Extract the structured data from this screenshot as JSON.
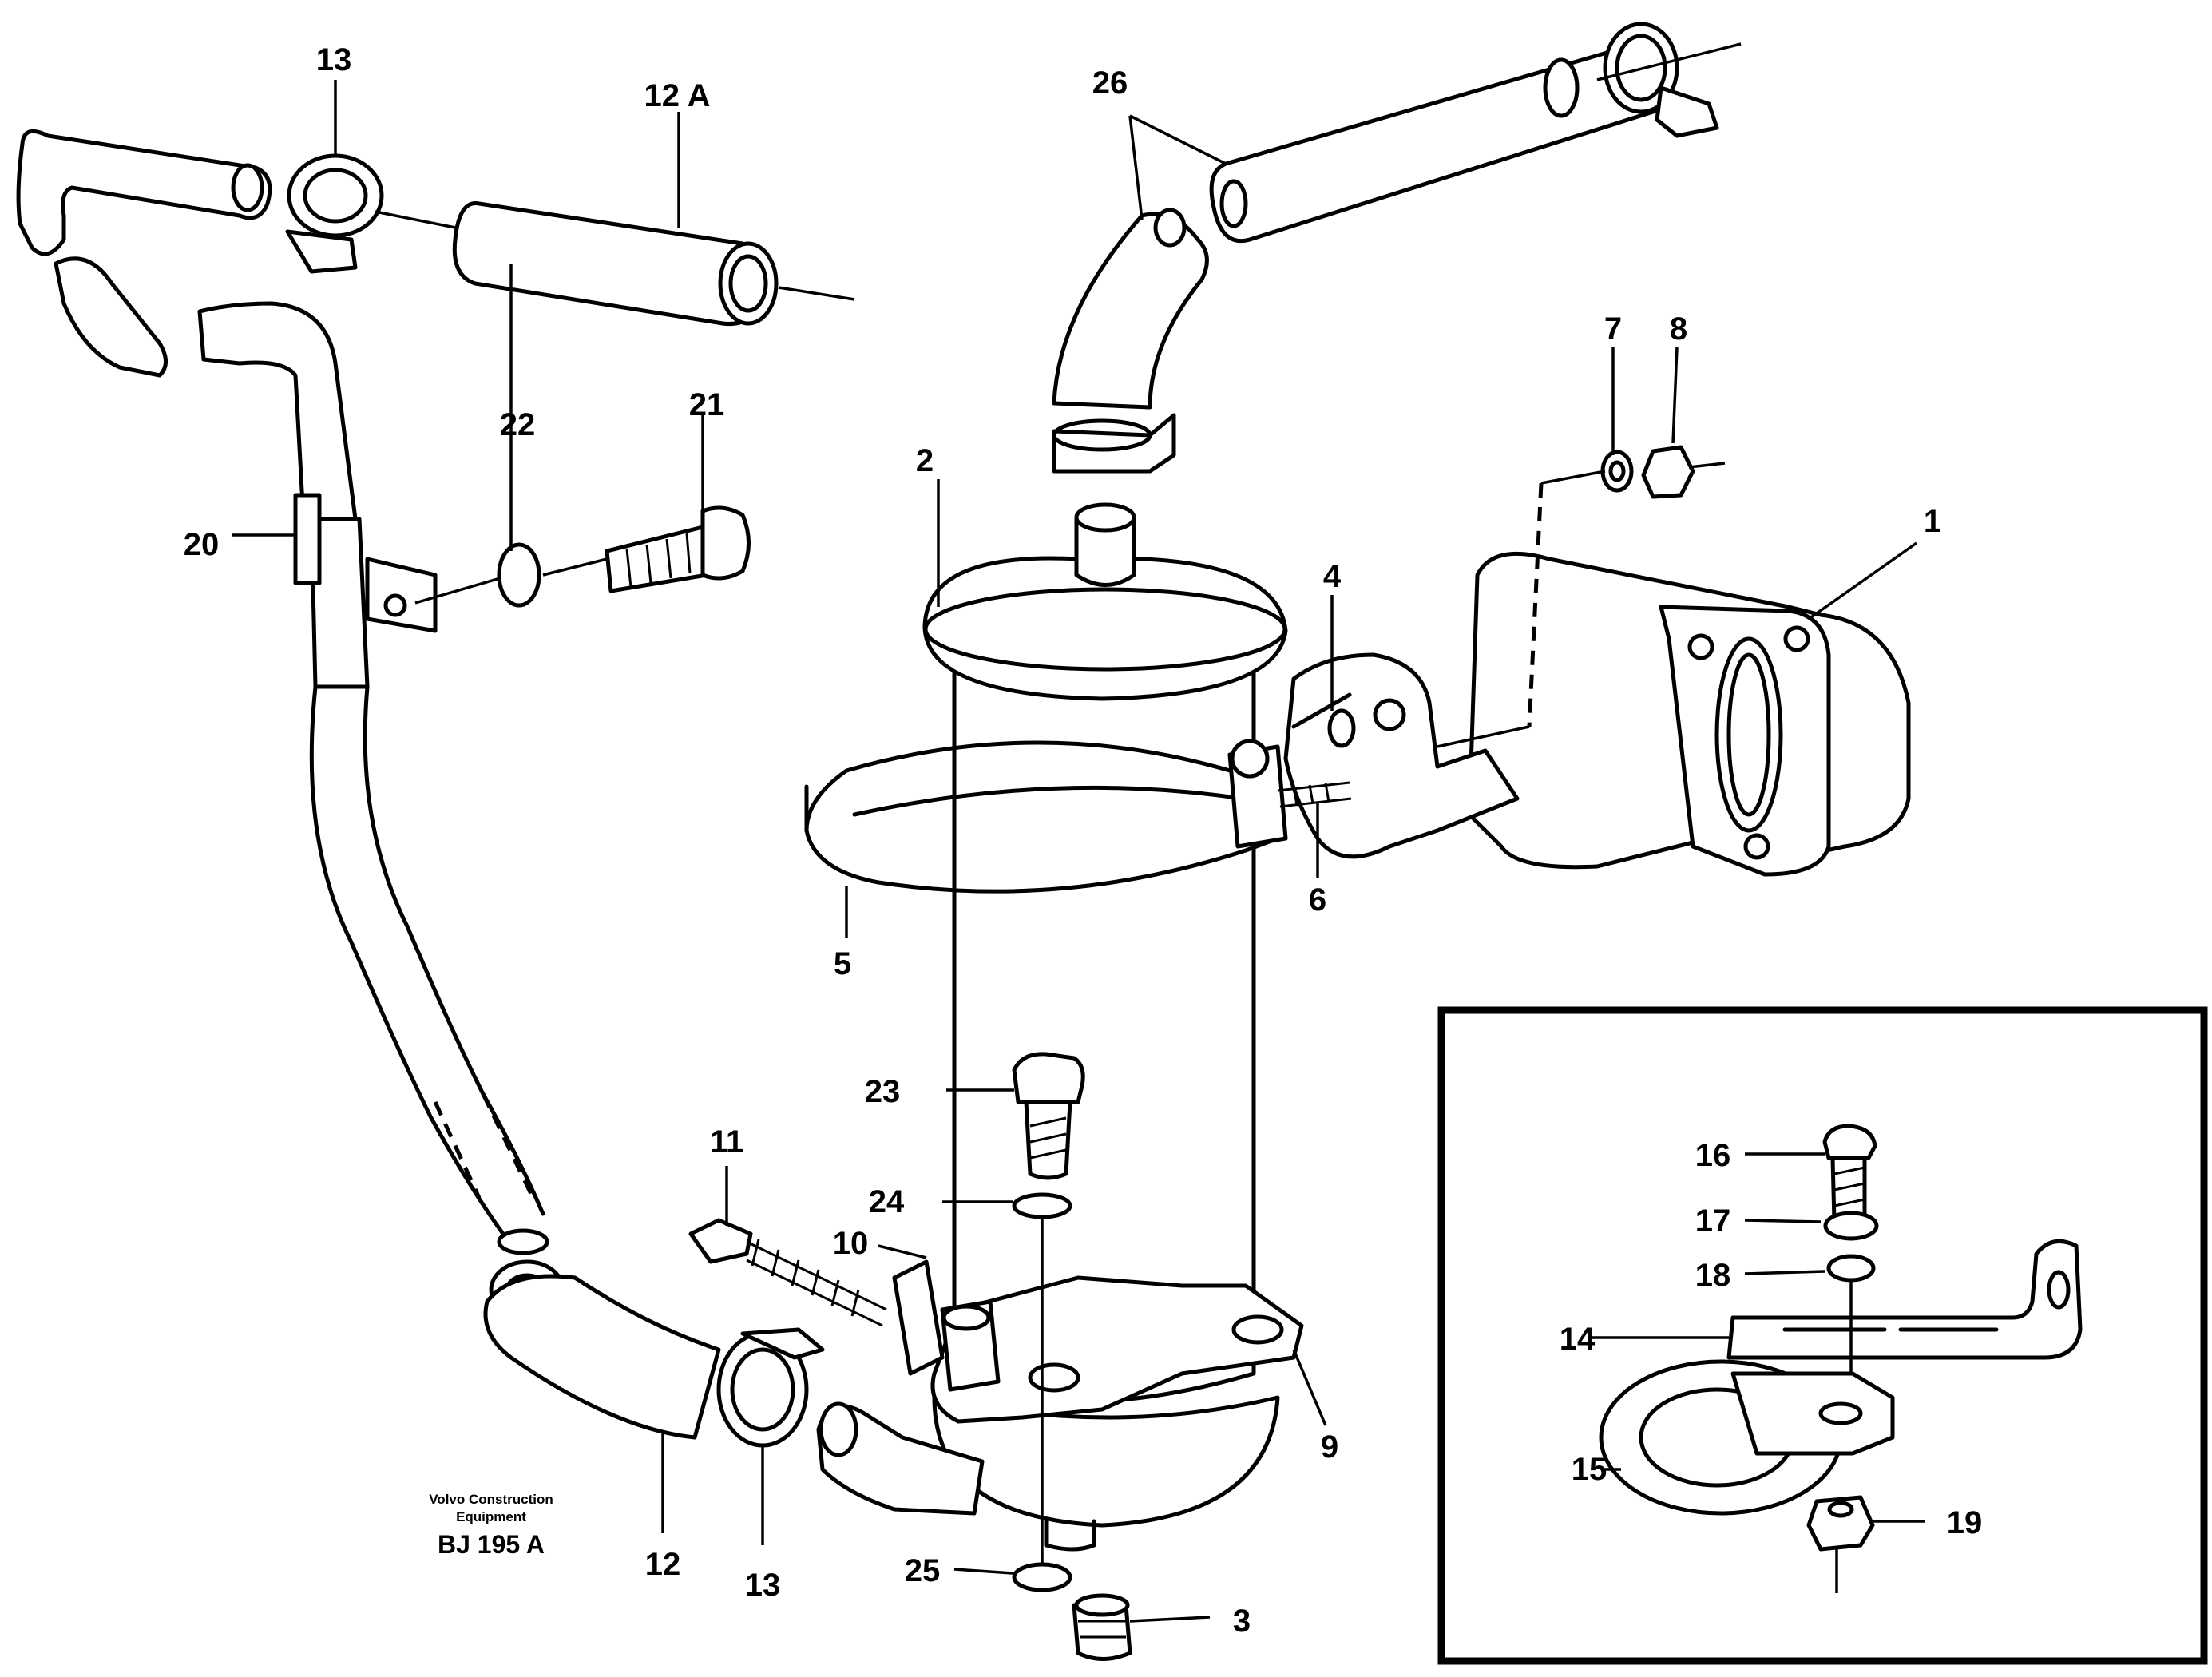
{
  "callouts": {
    "c1": "1",
    "c2": "2",
    "c3": "3",
    "c4": "4",
    "c5": "5",
    "c6": "6",
    "c7": "7",
    "c8": "8",
    "c9": "9",
    "c10": "10",
    "c11": "11",
    "c12": "12",
    "c12a": "12 A",
    "c13_top": "13",
    "c13_bottom": "13",
    "c14": "14",
    "c15": "15",
    "c16": "16",
    "c17": "17",
    "c18": "18",
    "c19": "19",
    "c20": "20",
    "c21": "21",
    "c22": "22",
    "c23": "23",
    "c24": "24",
    "c25": "25",
    "c26": "26"
  },
  "caption": {
    "line1": "Volvo Construction",
    "line2": "Equipment",
    "code": "BJ 195 A"
  }
}
